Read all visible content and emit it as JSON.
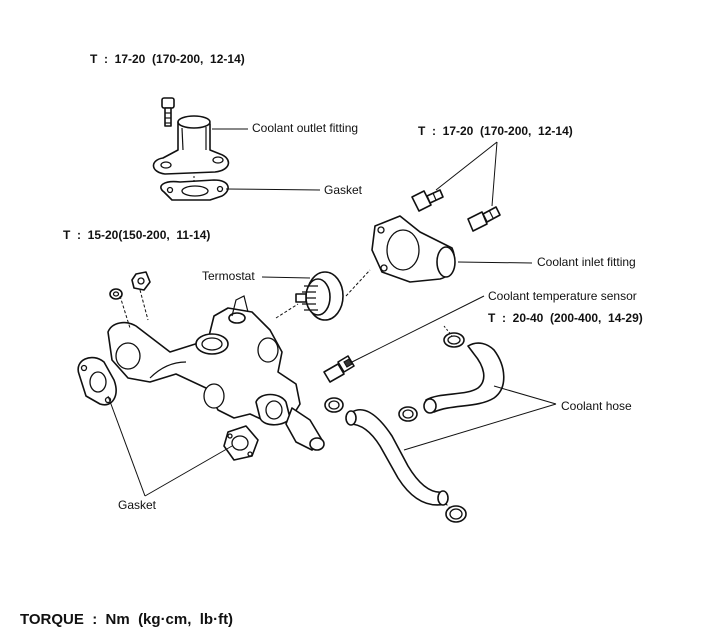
{
  "torque_specs": {
    "outlet_bolt": "T  :  17-20  (170-200,  12-14)",
    "inlet_bolt": "T  :  17-20  (170-200,  12-14)",
    "housing_nut": "T  :  15-20(150-200,  11-14)",
    "temp_sensor": "T  :  20-40  (200-400,  14-29)"
  },
  "labels": {
    "coolant_outlet_fitting": "Coolant outlet fitting",
    "gasket_top": "Gasket",
    "coolant_inlet_fitting": "Coolant inlet fitting",
    "termostat": "Termostat",
    "coolant_temperature_sensor": "Coolant temperature sensor",
    "coolant_hose": "Coolant hose",
    "gasket_bottom": "Gasket"
  },
  "legend": {
    "torque_units": "TORQUE  :  Nm  (kg·cm,  lb·ft)"
  }
}
